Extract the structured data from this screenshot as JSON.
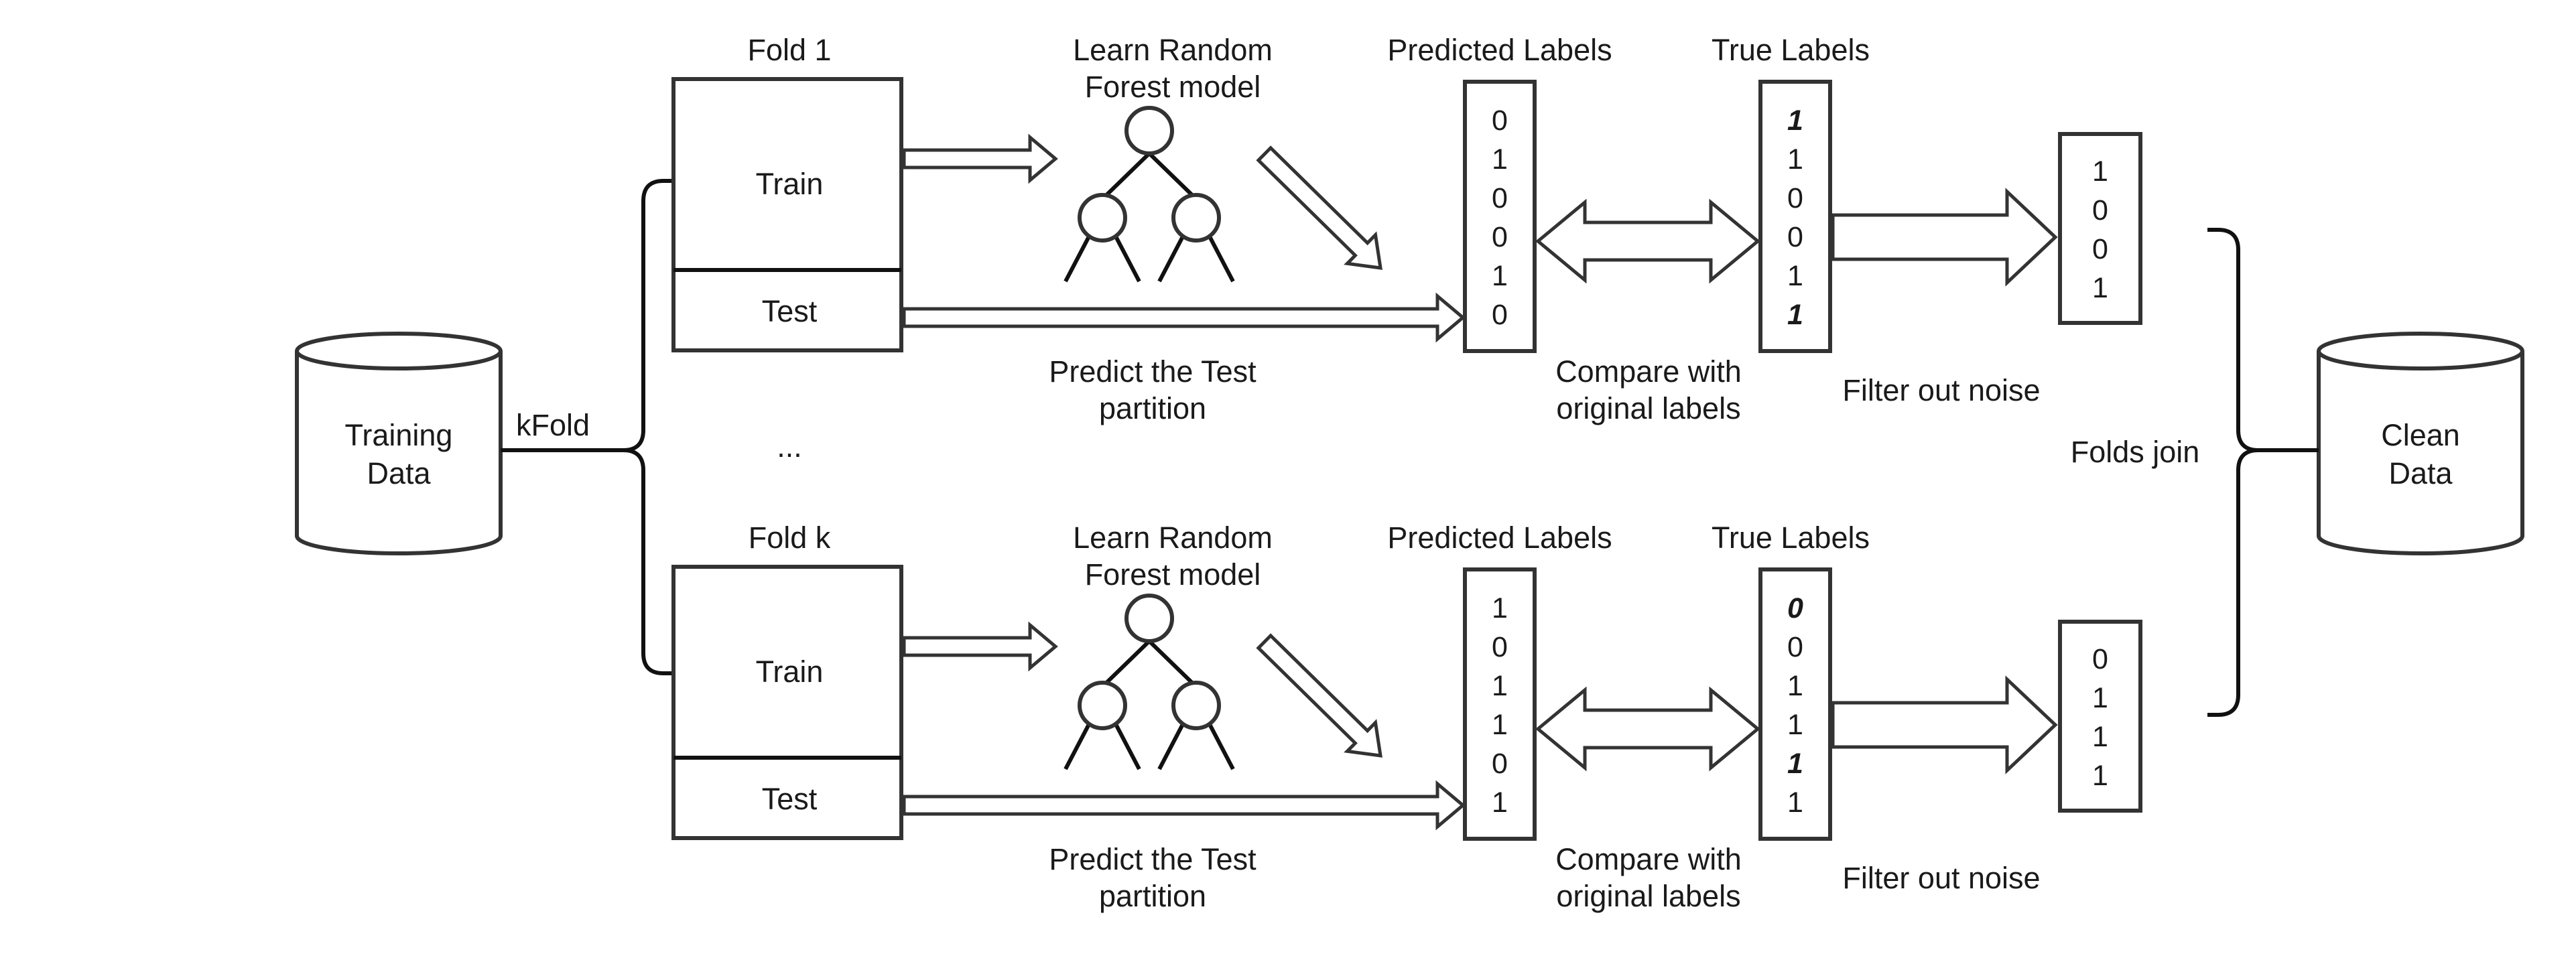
{
  "training_data": {
    "line1": "Training",
    "line2": "Data"
  },
  "clean_data": {
    "line1": "Clean",
    "line2": "Data"
  },
  "kfold_label": "kFold",
  "ellipsis": "...",
  "folds_join_label": "Folds join",
  "folds": [
    {
      "fold_title": "Fold 1",
      "train_label": "Train",
      "test_label": "Test",
      "learn_line1": "Learn Random",
      "learn_line2": "Forest model",
      "predict_line1": "Predict the Test",
      "predict_line2": "partition",
      "predicted_title": "Predicted Labels",
      "true_title": "True Labels",
      "compare_line1": "Compare with",
      "compare_line2": "original labels",
      "filter_label": "Filter out noise",
      "predicted_labels": [
        "0",
        "1",
        "0",
        "0",
        "1",
        "0"
      ],
      "true_labels": [
        "1",
        "1",
        "0",
        "0",
        "1",
        "1"
      ],
      "noisy_indices": [
        0,
        5
      ],
      "clean_labels": [
        "1",
        "0",
        "0",
        "1"
      ]
    },
    {
      "fold_title": "Fold k",
      "train_label": "Train",
      "test_label": "Test",
      "learn_line1": "Learn Random",
      "learn_line2": "Forest model",
      "predict_line1": "Predict the Test",
      "predict_line2": "partition",
      "predicted_title": "Predicted Labels",
      "true_title": "True Labels",
      "compare_line1": "Compare with",
      "compare_line2": "original labels",
      "filter_label": "Filter out noise",
      "predicted_labels": [
        "1",
        "0",
        "1",
        "1",
        "0",
        "1"
      ],
      "true_labels": [
        "0",
        "0",
        "1",
        "1",
        "1",
        "1"
      ],
      "noisy_indices": [
        0,
        4
      ],
      "clean_labels": [
        "0",
        "1",
        "1",
        "1"
      ]
    }
  ]
}
